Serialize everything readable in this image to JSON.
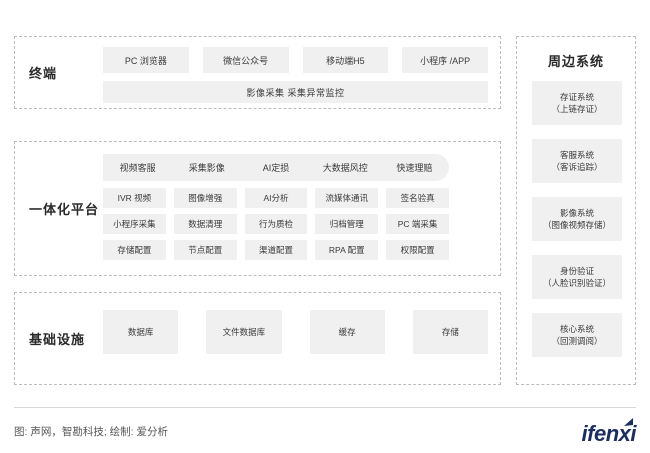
{
  "sections": {
    "terminal": {
      "label": "终端",
      "chips": [
        "PC 浏览器",
        "微信公众号",
        "移动端H5",
        "小程序 /APP"
      ],
      "wide_bar": "影像采集  采集异常监控"
    },
    "platform": {
      "label": "一体化平台",
      "header": [
        "视频客服",
        "采集影像",
        "AI定损",
        "大数据风控",
        "快速理赔"
      ],
      "grid": [
        [
          "IVR 视频",
          "图像增强",
          "AI分析",
          "流媒体通讯",
          "签名验真"
        ],
        [
          "小程序采集",
          "数据清理",
          "行为质检",
          "归档管理",
          "PC 端采集"
        ],
        [
          "存储配置",
          "节点配置",
          "渠道配置",
          "RPA 配置",
          "权限配置"
        ]
      ]
    },
    "infrastructure": {
      "label": "基础设施",
      "chips": [
        "数据库",
        "文件数据库",
        "缓存",
        "存储"
      ]
    },
    "peripheral": {
      "title": "周边系统",
      "items": [
        {
          "line1": "存证系统",
          "line2": "（上链存证）"
        },
        {
          "line1": "客服系统",
          "line2": "（客诉追踪）"
        },
        {
          "line1": "影像系统",
          "line2": "（图像视频存储）"
        },
        {
          "line1": "身份验证",
          "line2": "（人脸识别验证）"
        },
        {
          "line1": "核心系统",
          "line2": "（回测调阅）"
        }
      ]
    }
  },
  "footer": {
    "credit": "图: 声网，智勘科技; 绘制: 爱分析",
    "logo_text": "ifenxi"
  },
  "colors": {
    "chip_bg": "#f0f0f1",
    "arrow_blue": "#1a7fd4",
    "dashed_border": "#b9bcc0",
    "logo_navy": "#1c2e5e",
    "text": "#3a3a3a"
  }
}
